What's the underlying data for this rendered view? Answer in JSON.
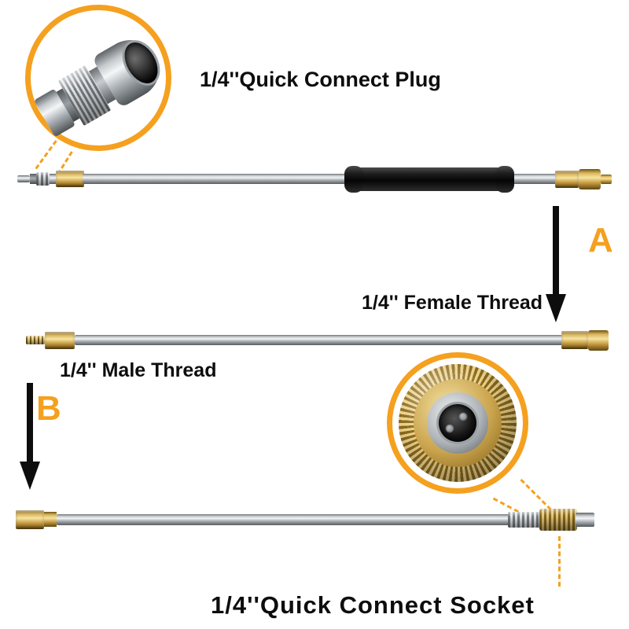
{
  "colors": {
    "accent": "#F5A01E",
    "ink": "#0D0D0D",
    "brass": "#D9B55E",
    "steel": "#C6CACD"
  },
  "annotations": {
    "plug_callout_label": "1/4''Quick Connect Plug",
    "arrow_a_label": "A",
    "female_thread_label": "1/4'' Female Thread",
    "male_thread_label": "1/4'' Male Thread",
    "arrow_b_label": "B",
    "socket_callout_label": "1/4''Quick Connect Socket"
  }
}
